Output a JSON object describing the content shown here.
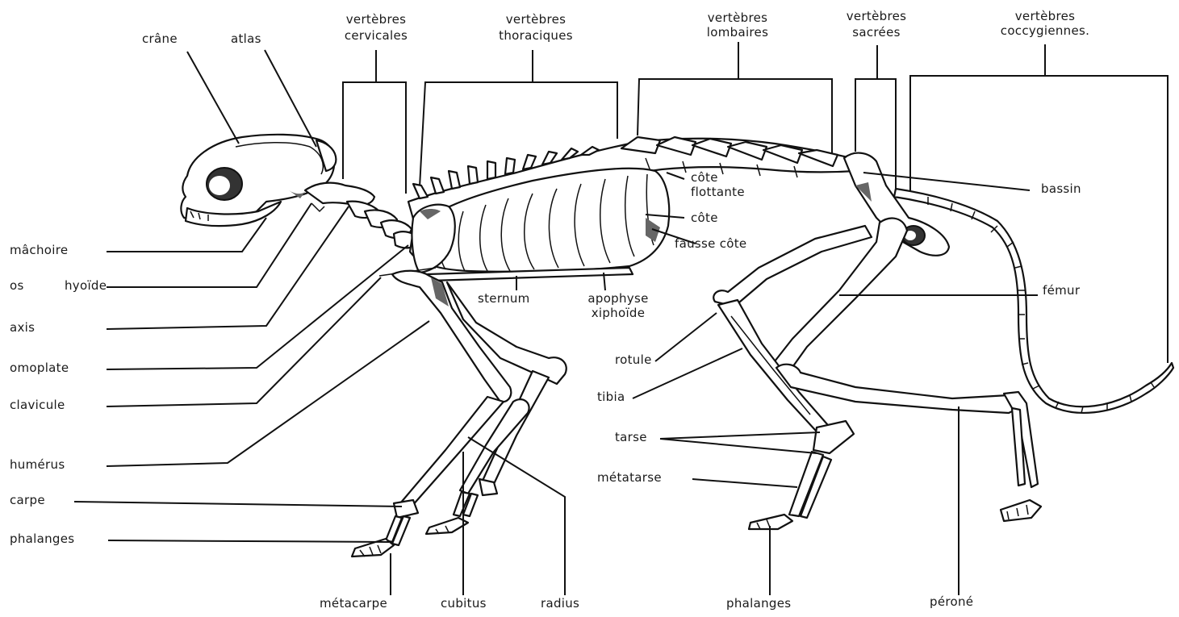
{
  "labels": {
    "crane": "crâne",
    "atlas": "atlas",
    "vert_cerv_1": "vertèbres",
    "vert_cerv_2": "cervicales",
    "vert_thor_1": "vertèbres",
    "vert_thor_2": "thoraciques",
    "vert_lomb_1": "vertèbres",
    "vert_lomb_2": "lombaires",
    "vert_sacr_1": "vertèbres",
    "vert_sacr_2": "sacrées",
    "vert_cocc_1": "vertèbres",
    "vert_cocc_2": "coccygiennes.",
    "cote_flottante_1": "côte",
    "cote_flottante_2": "flottante",
    "cote": "côte",
    "fausse_cote": "fausse  côte",
    "bassin": "bassin",
    "femur": "fémur",
    "machoire": "mâchoire",
    "os_hyoide_1": "os",
    "os_hyoide_2": "hyoïde",
    "axis": "axis",
    "omoplate": "omoplate",
    "clavicule": "clavicule",
    "humerus": "humérus",
    "carpe": "carpe",
    "phalanges_front": "phalanges",
    "sternum": "sternum",
    "apophyse_1": "apophyse",
    "apophyse_2": "xiphoïde",
    "rotule": "rotule",
    "tibia": "tibia",
    "tarse": "tarse",
    "metatarse": "métatarse",
    "metacarpe": "métacarpe",
    "cubitus": "cubitus",
    "radius": "radius",
    "phalanges_hind": "phalanges",
    "perone": "péroné"
  }
}
